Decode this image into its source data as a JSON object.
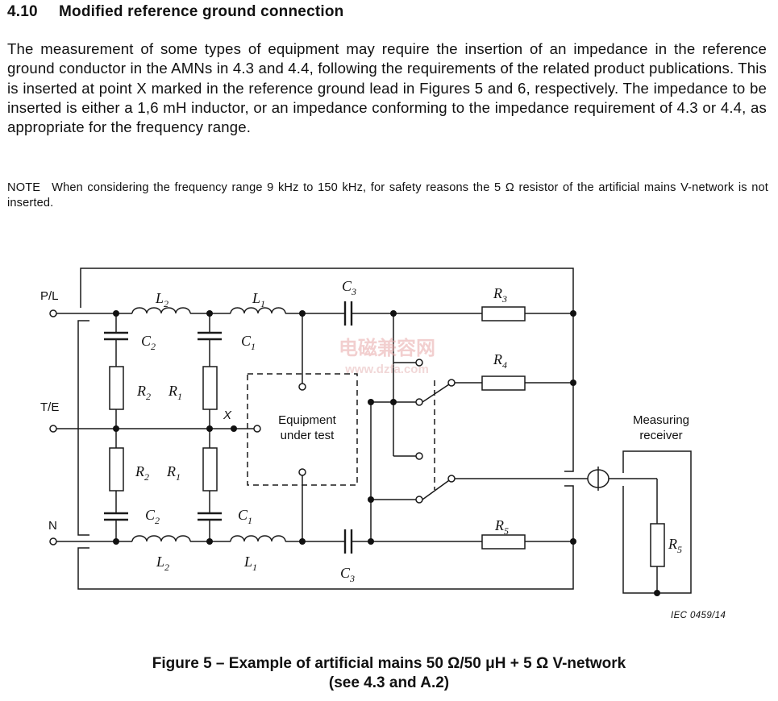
{
  "section": {
    "number": "4.10",
    "title": "Modified reference ground connection"
  },
  "body_text": "The measurement of some types of equipment may require the insertion of an impedance in the reference ground conductor in the AMNs in 4.3 and 4.4, following the requirements of the related product publications. This is inserted at point X marked in the reference ground lead in Figures 5 and 6, respectively. The impedance to be inserted is either a 1,6 mH inductor, or an impedance conforming to the impedance requirement of 4.3 or 4.4, as appropriate for the frequency range.",
  "note": {
    "label": "NOTE",
    "text": "When considering the frequency range 9 kHz to 150 kHz, for safety reasons the 5 Ω resistor of the artificial mains V-network is not inserted."
  },
  "diagram": {
    "terminals": {
      "pl": "P/L",
      "te": "T/E",
      "n": "N"
    },
    "point_x": "X",
    "eut_lines": [
      "Equipment",
      "under test"
    ],
    "receiver_lines": [
      "Measuring",
      "receiver"
    ],
    "components": {
      "l2": "L",
      "l2_sub": "2",
      "l1": "L",
      "l1_sub": "1",
      "c2": "C",
      "c2_sub": "2",
      "c1": "C",
      "c1_sub": "1",
      "c3": "C",
      "c3_sub": "3",
      "r2": "R",
      "r2_sub": "2",
      "r1": "R",
      "r1_sub": "1",
      "r3": "R",
      "r3_sub": "3",
      "r4": "R",
      "r4_sub": "4",
      "r5": "R",
      "r5_sub": "5"
    },
    "watermark": [
      "电磁兼容网",
      "www.dzfa.com"
    ]
  },
  "iec_ref": "IEC  0459/14",
  "caption": {
    "line1": "Figure 5 – Example of artificial mains 50 Ω/50 μH + 5 Ω V-network",
    "line2": "(see 4.3 and A.2)"
  }
}
